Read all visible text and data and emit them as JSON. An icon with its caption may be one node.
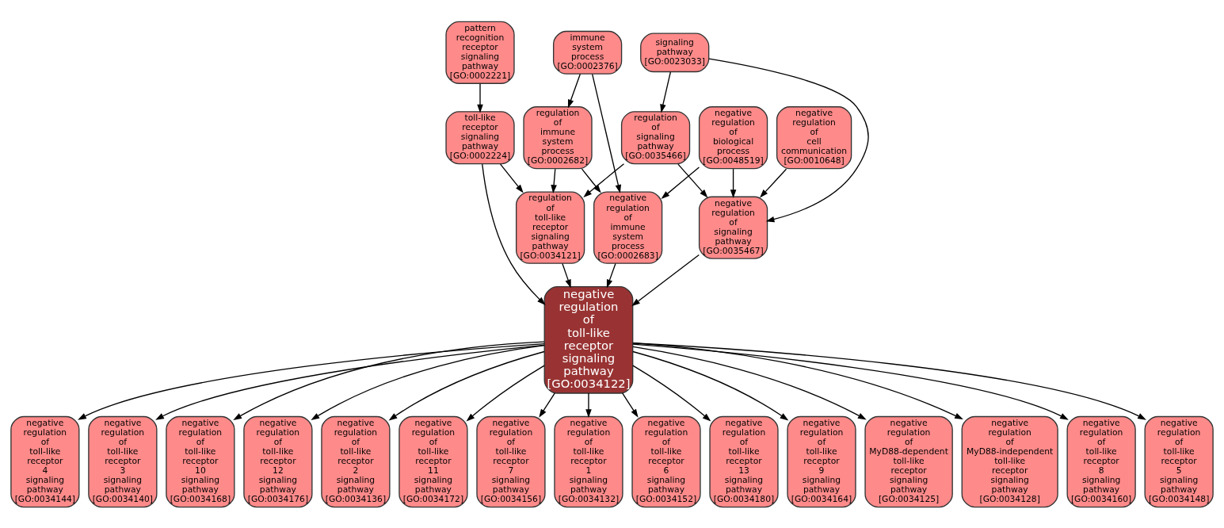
{
  "diagram": {
    "nodes": [
      {
        "text": [
          "pattern recognition receptor signaling pathway",
          "[GO:0002221]"
        ]
      },
      {
        "text": [
          "immune system process",
          "[GO:0002376]"
        ]
      },
      {
        "text": [
          "signaling pathway",
          "[GO:0023033]"
        ]
      },
      {
        "text": [
          "toll-like receptor signaling pathway",
          "[GO:0002224]"
        ]
      },
      {
        "text": [
          "regulation of immune system process",
          "[GO:0002682]"
        ]
      },
      {
        "text": [
          "regulation of signaling pathway",
          "[GO:0035466]"
        ]
      },
      {
        "text": [
          "negative regulation of biological process",
          "[GO:0048519]"
        ]
      },
      {
        "text": [
          "negative regulation of cell communication",
          "[GO:0010648]"
        ]
      },
      {
        "text": [
          "regulation of toll-like receptor signaling pathway",
          "[GO:0034121]"
        ]
      },
      {
        "text": [
          "negative regulation of immune system process",
          "[GO:0002683]"
        ]
      },
      {
        "text": [
          "negative regulation of signaling pathway",
          "[GO:0035467]"
        ]
      },
      {
        "text": [
          "negative regulation of toll-like receptor signaling pathway",
          "[GO:0034122]"
        ]
      },
      {
        "text": [
          "negative regulation of toll-like receptor 4 signaling pathway",
          "[GO:0034144]"
        ]
      },
      {
        "text": [
          "negative regulation of toll-like receptor 3 signaling pathway",
          "[GO:0034140]"
        ]
      },
      {
        "text": [
          "negative regulation of toll-like receptor 10 signaling pathway",
          "[GO:0034168]"
        ]
      },
      {
        "text": [
          "negative regulation of toll-like receptor 12 signaling pathway",
          "[GO:0034176]"
        ]
      },
      {
        "text": [
          "negative regulation of toll-like receptor 2 signaling pathway",
          "[GO:0034136]"
        ]
      },
      {
        "text": [
          "negative regulation of toll-like receptor 11 signaling pathway",
          "[GO:0034172]"
        ]
      },
      {
        "text": [
          "negative regulation of toll-like receptor 7 signaling pathway",
          "[GO:0034156]"
        ]
      },
      {
        "text": [
          "negative regulation of toll-like receptor 1 signaling pathway",
          "[GO:0034132]"
        ]
      },
      {
        "text": [
          "negative regulation of toll-like receptor 6 signaling pathway",
          "[GO:0034152]"
        ]
      },
      {
        "text": [
          "negative regulation of toll-like receptor 13 signaling pathway",
          "[GO:0034180]"
        ]
      },
      {
        "text": [
          "negative regulation of toll-like receptor 9 signaling pathway",
          "[GO:0034164]"
        ]
      },
      {
        "text": [
          "negative regulation of MyD88-dependent toll-like receptor signaling pathway",
          "[GO:0034125]"
        ]
      },
      {
        "text": [
          "negative regulation of MyD88-independent toll-like receptor signaling pathway",
          "[GO:0034128]"
        ]
      },
      {
        "text": [
          "negative regulation of toll-like receptor 8 signaling pathway",
          "[GO:0034160]"
        ]
      },
      {
        "text": [
          "negative regulation of toll-like receptor 5 signaling pathway",
          "[GO:0034148]"
        ]
      }
    ],
    "edges": [
      {
        "from": 0,
        "to": 3,
        "arrow": "to"
      },
      {
        "from": 1,
        "to": 4,
        "arrow": "to"
      },
      {
        "from": 1,
        "to": 9,
        "arrow": "to"
      },
      {
        "from": 2,
        "to": 5,
        "arrow": "to"
      },
      {
        "from": 2,
        "to": 10,
        "arrow": "to"
      },
      {
        "from": 3,
        "to": 8,
        "arrow": "to"
      },
      {
        "from": 3,
        "to": 11,
        "arrow": "to"
      },
      {
        "from": 4,
        "to": 8,
        "arrow": "to"
      },
      {
        "from": 4,
        "to": 9,
        "arrow": "to"
      },
      {
        "from": 5,
        "to": 8,
        "arrow": "to"
      },
      {
        "from": 5,
        "to": 10,
        "arrow": "to"
      },
      {
        "from": 6,
        "to": 9,
        "arrow": "to"
      },
      {
        "from": 6,
        "to": 10,
        "arrow": "to"
      },
      {
        "from": 7,
        "to": 10,
        "arrow": "to"
      },
      {
        "from": 8,
        "to": 11,
        "arrow": "to"
      },
      {
        "from": 9,
        "to": 11,
        "arrow": "to"
      },
      {
        "from": 10,
        "to": 11,
        "arrow": "to"
      },
      {
        "from": 11,
        "to": 12,
        "arrow": "to"
      },
      {
        "from": 11,
        "to": 13,
        "arrow": "to"
      },
      {
        "from": 11,
        "to": 14,
        "arrow": "to"
      },
      {
        "from": 11,
        "to": 15,
        "arrow": "to"
      },
      {
        "from": 11,
        "to": 16,
        "arrow": "to"
      },
      {
        "from": 11,
        "to": 17,
        "arrow": "to"
      },
      {
        "from": 11,
        "to": 18,
        "arrow": "to"
      },
      {
        "from": 11,
        "to": 19,
        "arrow": "to"
      },
      {
        "from": 11,
        "to": 20,
        "arrow": "to"
      },
      {
        "from": 11,
        "to": 21,
        "arrow": "to"
      },
      {
        "from": 11,
        "to": 22,
        "arrow": "to"
      },
      {
        "from": 11,
        "to": 23,
        "arrow": "to"
      },
      {
        "from": 11,
        "to": 24,
        "arrow": "to"
      },
      {
        "from": 11,
        "to": 25,
        "arrow": "to"
      },
      {
        "from": 11,
        "to": 26,
        "arrow": "to"
      }
    ]
  }
}
